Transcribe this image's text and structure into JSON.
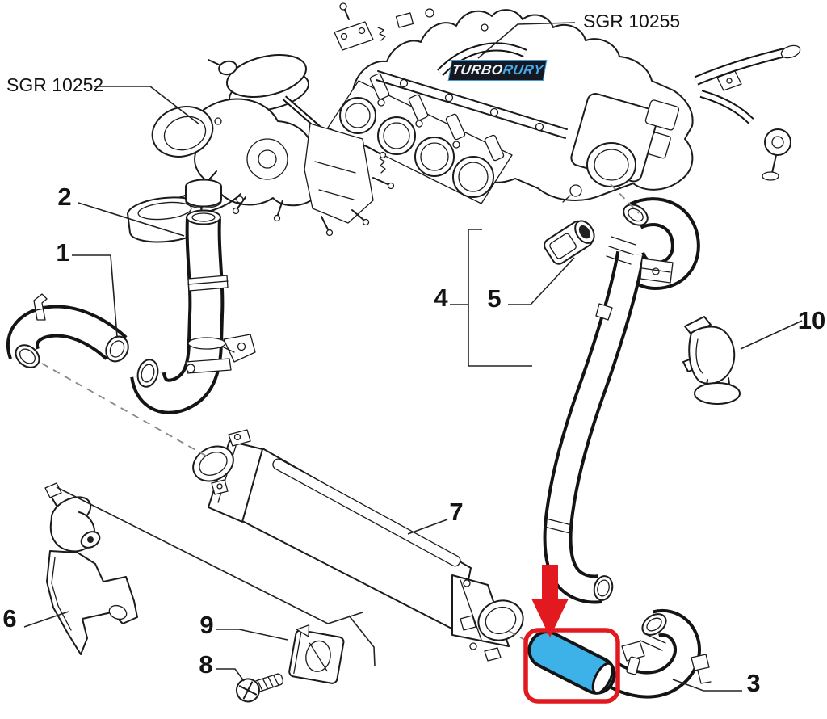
{
  "page": {
    "background": "#ffffff"
  },
  "colors": {
    "line": "#1b1b1b",
    "highlight_red": "#e2191f",
    "hose_blue": "#3db2e9",
    "badge_bg": "#131821",
    "badge_blue": "#46a8e8"
  },
  "callouts": {
    "sgr_left": "SGR 10252",
    "sgr_right": "SGR 10255",
    "numbers": {
      "n1": "1",
      "n2": "2",
      "n3": "3",
      "n4": "4",
      "n5": "5",
      "n6": "6",
      "n7": "7",
      "n8": "8",
      "n9": "9",
      "n10": "10"
    }
  },
  "badge": {
    "primary": "TURBO",
    "secondary": "RURY"
  }
}
